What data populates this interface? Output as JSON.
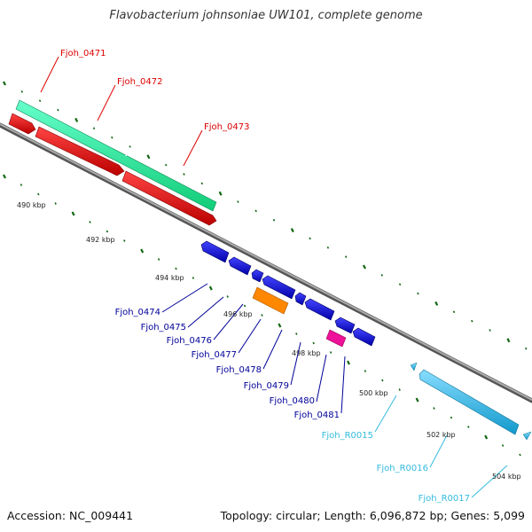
{
  "title": "Flavobacterium johnsoniae UW101, complete genome",
  "footer": {
    "accession": "Accession: NC_009441",
    "summary": "Topology: circular; Length: 6,096,872 bp; Genes: 5,099"
  },
  "scale_labels": [
    "490 kbp",
    "492 kbp",
    "494 kbp",
    "496 kbp",
    "498 kbp",
    "500 kbp",
    "502 kbp",
    "504 kbp"
  ],
  "genes_top": [
    {
      "name": "Fjoh_0471",
      "color": "#dd0000"
    },
    {
      "name": "Fjoh_0472",
      "color": "#dd0000"
    },
    {
      "name": "Fjoh_0473",
      "color": "#dd0000"
    }
  ],
  "genes_bottom": [
    {
      "name": "Fjoh_0474",
      "color": "#000099"
    },
    {
      "name": "Fjoh_0475",
      "color": "#000099"
    },
    {
      "name": "Fjoh_0476",
      "color": "#000099"
    },
    {
      "name": "Fjoh_0477",
      "color": "#000099"
    },
    {
      "name": "Fjoh_0478",
      "color": "#000099"
    },
    {
      "name": "Fjoh_0479",
      "color": "#000099"
    },
    {
      "name": "Fjoh_0480",
      "color": "#000099"
    },
    {
      "name": "Fjoh_0481",
      "color": "#000099"
    }
  ],
  "rnas": [
    {
      "name": "Fjoh_R0015",
      "color": "#33bbdd"
    },
    {
      "name": "Fjoh_R0016",
      "color": "#33bbdd"
    },
    {
      "name": "Fjoh_R0017",
      "color": "#33bbdd"
    }
  ],
  "colors": {
    "cds_forward": "#ee0000",
    "cds_reverse": "#0000ee",
    "rna": "#33ccee",
    "teal": "#22ee99",
    "orange": "#ff8800",
    "magenta": "#ee1199",
    "backbone": "#808080",
    "ticks": "#116611"
  }
}
